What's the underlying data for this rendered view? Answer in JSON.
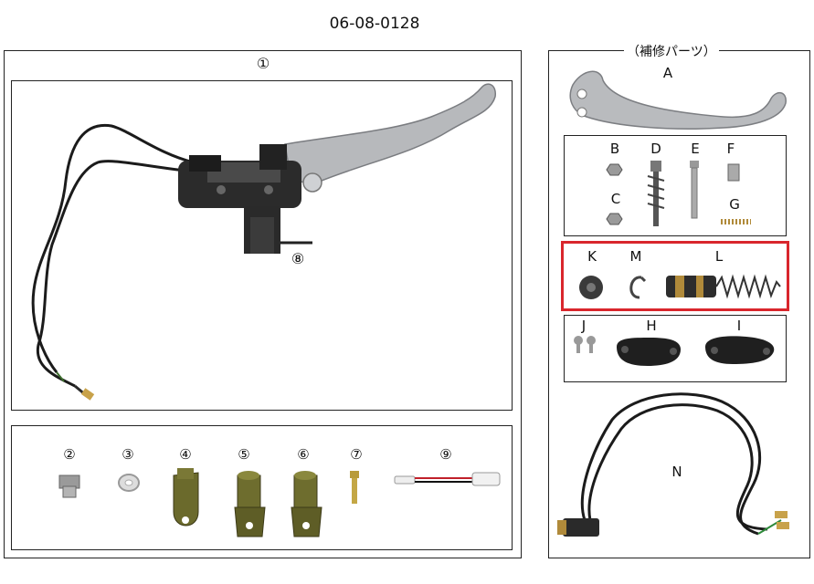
{
  "doc_title": "06-08-0128",
  "main_panel": {
    "label": "①",
    "inner_label": "⑧"
  },
  "bottom_row": {
    "items": [
      {
        "label": "②"
      },
      {
        "label": "③"
      },
      {
        "label": "④"
      },
      {
        "label": "⑤"
      },
      {
        "label": "⑥"
      },
      {
        "label": "⑦"
      },
      {
        "label": "⑨"
      }
    ]
  },
  "repair_panel": {
    "title": "（補修パーツ）",
    "lever_label": "A",
    "group1": [
      "B",
      "D",
      "E",
      "F",
      "C",
      "G"
    ],
    "group2": [
      "K",
      "M",
      "L"
    ],
    "group3": [
      "J",
      "H",
      "I"
    ],
    "cable_label": "N",
    "highlight_color": "#d9262c"
  }
}
